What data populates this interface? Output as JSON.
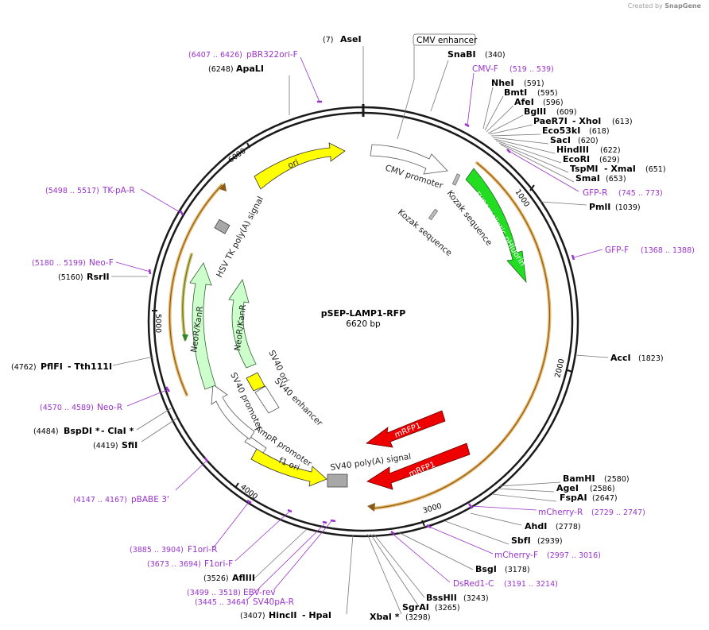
{
  "watermark": {
    "created_by": "Created by",
    "brand": "SnapGene"
  },
  "plasmid": {
    "name": "pSEP-LAMP1-RFP",
    "size": "6620 bp"
  },
  "ticks": [
    "1000",
    "2000",
    "3000",
    "4000",
    "5000",
    "6000"
  ],
  "sites": {
    "ase": {
      "name": "AseI",
      "pos": "(7)"
    },
    "snab": {
      "name": "SnaBI",
      "pos": "(340)"
    },
    "nhe": {
      "name": "NheI",
      "pos": "(591)"
    },
    "bmt": {
      "name": "BmtI",
      "pos": "(595)"
    },
    "afe": {
      "name": "AfeI",
      "pos": "(596)"
    },
    "bgl": {
      "name": "BglII",
      "pos": "(609)"
    },
    "pae": {
      "name": "PaeR7I",
      "name2": "- XhoI",
      "pos": "(613)"
    },
    "eco53": {
      "name": "Eco53kI",
      "pos": "(618)"
    },
    "sac": {
      "name": "SacI",
      "pos": "(620)"
    },
    "hind": {
      "name": "HindIII",
      "pos": "(622)"
    },
    "ecori": {
      "name": "EcoRI",
      "pos": "(629)"
    },
    "tspm": {
      "name": "TspMI",
      "name2": "- XmaI",
      "pos": "(651)"
    },
    "sma": {
      "name": "SmaI",
      "pos": "(653)"
    },
    "pml": {
      "name": "PmlI",
      "pos": "(1039)"
    },
    "acc": {
      "name": "AccI",
      "pos": "(1823)"
    },
    "bamh": {
      "name": "BamHI",
      "pos": "(2580)"
    },
    "age": {
      "name": "AgeI",
      "pos": "(2586)"
    },
    "fspa": {
      "name": "FspAI",
      "pos": "(2647)"
    },
    "ahd": {
      "name": "AhdI",
      "pos": "(2778)"
    },
    "sbf": {
      "name": "SbfI",
      "pos": "(2939)"
    },
    "bsg": {
      "name": "BsgI",
      "pos": "(3178)"
    },
    "bsshii": {
      "name": "BssHII",
      "pos": "(3243)"
    },
    "sgra": {
      "name": "SgrAI",
      "pos": "(3265)"
    },
    "xba": {
      "name": "XbaI *",
      "pos": "(3298)"
    },
    "hinc": {
      "name": "HincII",
      "name2": "- HpaI",
      "pos": "(3407)"
    },
    "afl": {
      "name": "AflIII",
      "pos": "(3526)"
    },
    "sfi": {
      "name": "SfiI",
      "pos": "(4419)"
    },
    "bspd": {
      "name": "BspDI *",
      "name2": "- ClaI *",
      "pos": "(4484)"
    },
    "pfl": {
      "name": "PflFI",
      "name2": "- Tth111I",
      "pos": "(4762)"
    },
    "rsr": {
      "name": "RsrII",
      "pos": "(5160)"
    },
    "apal": {
      "name": "ApaLI",
      "pos": "(6248)"
    }
  },
  "primers": {
    "pbr": {
      "name": "pBR322ori-F",
      "pos": "(6407 .. 6426)"
    },
    "cmvf": {
      "name": "CMV-F",
      "pos": "(519 .. 539)"
    },
    "gfpr": {
      "name": "GFP-R",
      "pos": "(745 .. 773)"
    },
    "gfpf": {
      "name": "GFP-F",
      "pos": "(1368 .. 1388)"
    },
    "mchr": {
      "name": "mCherry-R",
      "pos": "(2729 .. 2747)"
    },
    "mchf": {
      "name": "mCherry-F",
      "pos": "(2997 .. 3016)"
    },
    "dsred": {
      "name": "DsRed1-C",
      "pos": "(3191 .. 3214)"
    },
    "ebv": {
      "name": "EBV-rev",
      "pos": "(3499 .. 3518)"
    },
    "sv40pa": {
      "name": "SV40pA-R",
      "pos": "(3445 .. 3464)"
    },
    "f1f": {
      "name": "F1ori-F",
      "pos": "(3673 .. 3694)"
    },
    "f1r": {
      "name": "F1ori-R",
      "pos": "(3885 .. 3904)"
    },
    "pbabe": {
      "name": "pBABE 3'",
      "pos": "(4147 .. 4167)"
    },
    "neor": {
      "name": "Neo-R",
      "pos": "(4570 .. 4589)"
    },
    "neof": {
      "name": "Neo-F",
      "pos": "(5180 .. 5199)"
    },
    "tkpa": {
      "name": "TK-pA-R",
      "pos": "(5498 .. 5517)"
    }
  },
  "features": {
    "cmv_enhancer": "CMV enhancer",
    "cmv_promoter": "CMV promoter",
    "kozak1": "Kozak sequence",
    "kozak2": "Kozak sequence",
    "superecliptic": "superecliptic pHluorin",
    "mrfp1_a": "mRFP1",
    "mrfp1_b": "mRFP1",
    "sv40_polya": "SV40 poly(A) signal",
    "f1_ori": "f1 ori",
    "ampr_promoter": "AmpR promoter",
    "sv40_promoter": "SV40 promoter",
    "sv40_ori": "SV40 ori",
    "sv40_enhancer": "SV40 enhancer",
    "neor_inner": "NeoR/KanR",
    "neor_outer": "NeoR/KanR",
    "hsv_tk": "HSV TK poly(A) signal",
    "ori": "ori"
  },
  "colors": {
    "backbone": "#1a1a1a",
    "primer": "#9933cc",
    "ori": "#ffff00",
    "superecliptic": "#22dd22",
    "mrfp1": "#ee0000",
    "neor": "#ccffcc",
    "promoter": "#ffffff",
    "polya": "#a8a8a8",
    "orf_outline": "#e8b86a"
  }
}
